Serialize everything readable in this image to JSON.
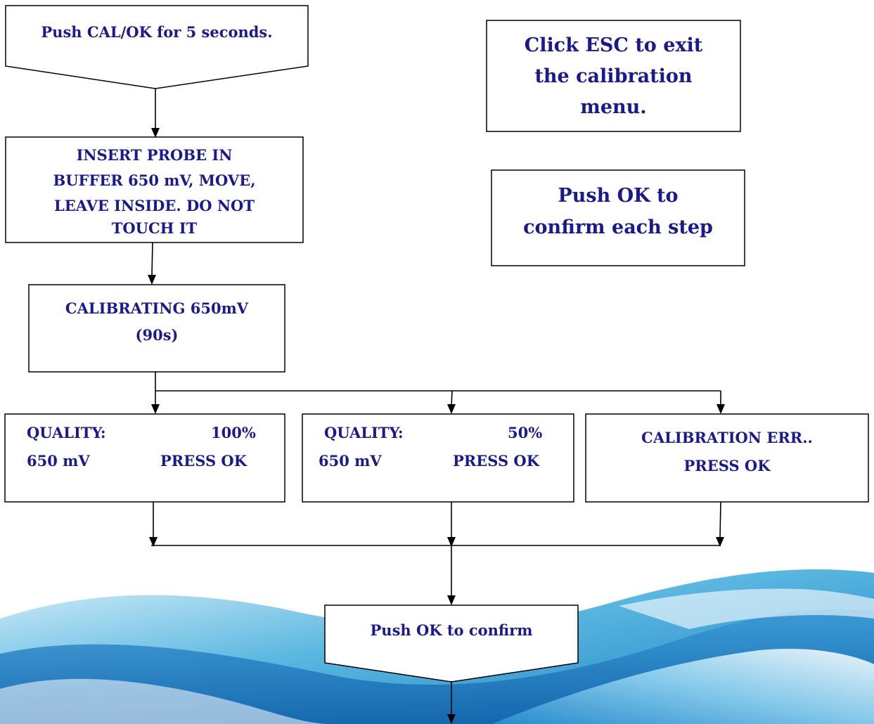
{
  "flow": {
    "start": "Push CAL/OK for 5 seconds.",
    "insert": [
      "INSERT PROBE  IN",
      "BUFFER 650 mV,  MOVE,",
      "LEAVE INSIDE. DO NOT",
      "TOUCH IT"
    ],
    "calibrating": [
      "CALIBRATING 650mV",
      "(90s)"
    ],
    "result_a": {
      "quality_label": "QUALITY:",
      "quality_value": "100%",
      "mv": "650 mV",
      "action": "PRESS OK"
    },
    "result_b": {
      "quality_label": "QUALITY:",
      "quality_value": "50%",
      "mv": "650 mV",
      "action": "PRESS OK"
    },
    "result_c": {
      "line1": "CALIBRATION ERR..",
      "line2": "PRESS OK"
    },
    "confirm": "Push OK to confirm"
  },
  "notes": {
    "esc": [
      "Click ESC to exit",
      "the calibration",
      "menu."
    ],
    "ok": [
      "Push OK to",
      "confirm each step"
    ]
  },
  "colors": {
    "text": "#1a1a8c",
    "line": "#000000"
  }
}
